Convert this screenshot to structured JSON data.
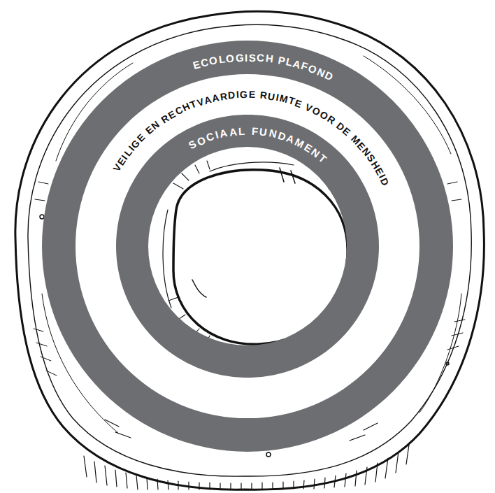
{
  "diagram": {
    "nodes": [
      {
        "text": [
          "ECOLOGISCH PLAFOND"
        ]
      },
      {
        "text": [
          "SOCIAAL FUNDAMENT"
        ]
      }
    ],
    "labels": [
      "VEILIGE EN RECHTVAARDIGE RUIMTE VOOR DE MENSHEID"
    ]
  }
}
